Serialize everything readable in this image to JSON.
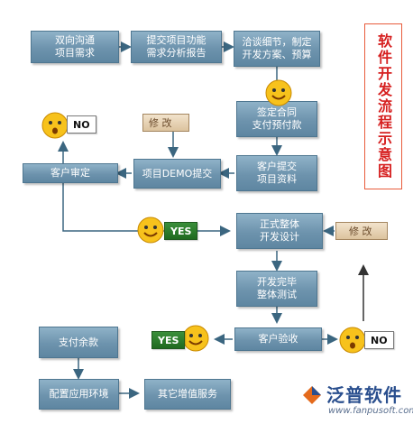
{
  "title": "软件开发流程示意图",
  "nodes": {
    "communicate": "双向沟通\n项目需求",
    "submit_analysis": "提交项目功能\n需求分析报告",
    "negotiate": "洽谈细节，制定\n开发方案、预算",
    "contract": "签定合同\n支付预付款",
    "customer_submit": "客户提交\n项目资料",
    "demo_submit": "项目DEMO提交",
    "customer_review": "客户审定",
    "formal_design": "正式整体\n开发设计",
    "dev_complete": "开发完毕\n整体测试",
    "acceptance": "客户验收",
    "pay_balance": "支付余款",
    "deploy": "配置应用环境",
    "value_added": "其它增值服务"
  },
  "tags": {
    "modify_top": "修 改",
    "modify_mid": "修 改"
  },
  "labels": {
    "no_top": "NO",
    "yes_mid": "YES",
    "yes_bottom": "YES",
    "no_bottom": "NO"
  },
  "brand": {
    "name": "泛普软件",
    "url": "www.fanpusoft.com"
  },
  "colors": {
    "box": "#7399b3",
    "title": "#d62020",
    "tag": "#e6d2b2",
    "yes": "#2e7d2e",
    "brand": "#2a4f8e"
  }
}
